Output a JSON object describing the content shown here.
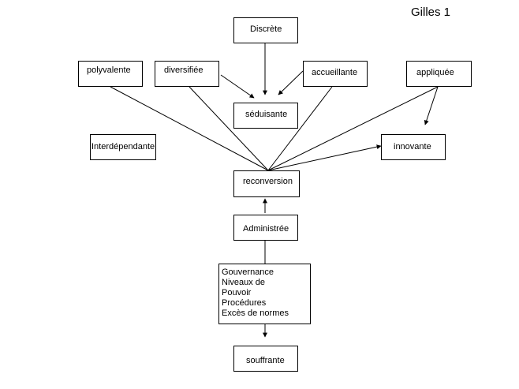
{
  "title": "Gilles 1",
  "nodes": {
    "discrete": "Discrète",
    "polyvalente": "polyvalente",
    "diversifiee": "diversifiée",
    "accueillante": "accueillante",
    "appliquee": "appliquée",
    "seduisante": "séduisante",
    "interdependante": "Interdépendante",
    "innovante": "innovante",
    "reconversion": "reconversion",
    "administree": "Administrée",
    "gouvernance_lines": [
      "Gouvernance",
      "Niveaux de",
      "Pouvoir",
      "Procédures",
      "Excès de normes"
    ],
    "souffrante": "souffrante"
  }
}
